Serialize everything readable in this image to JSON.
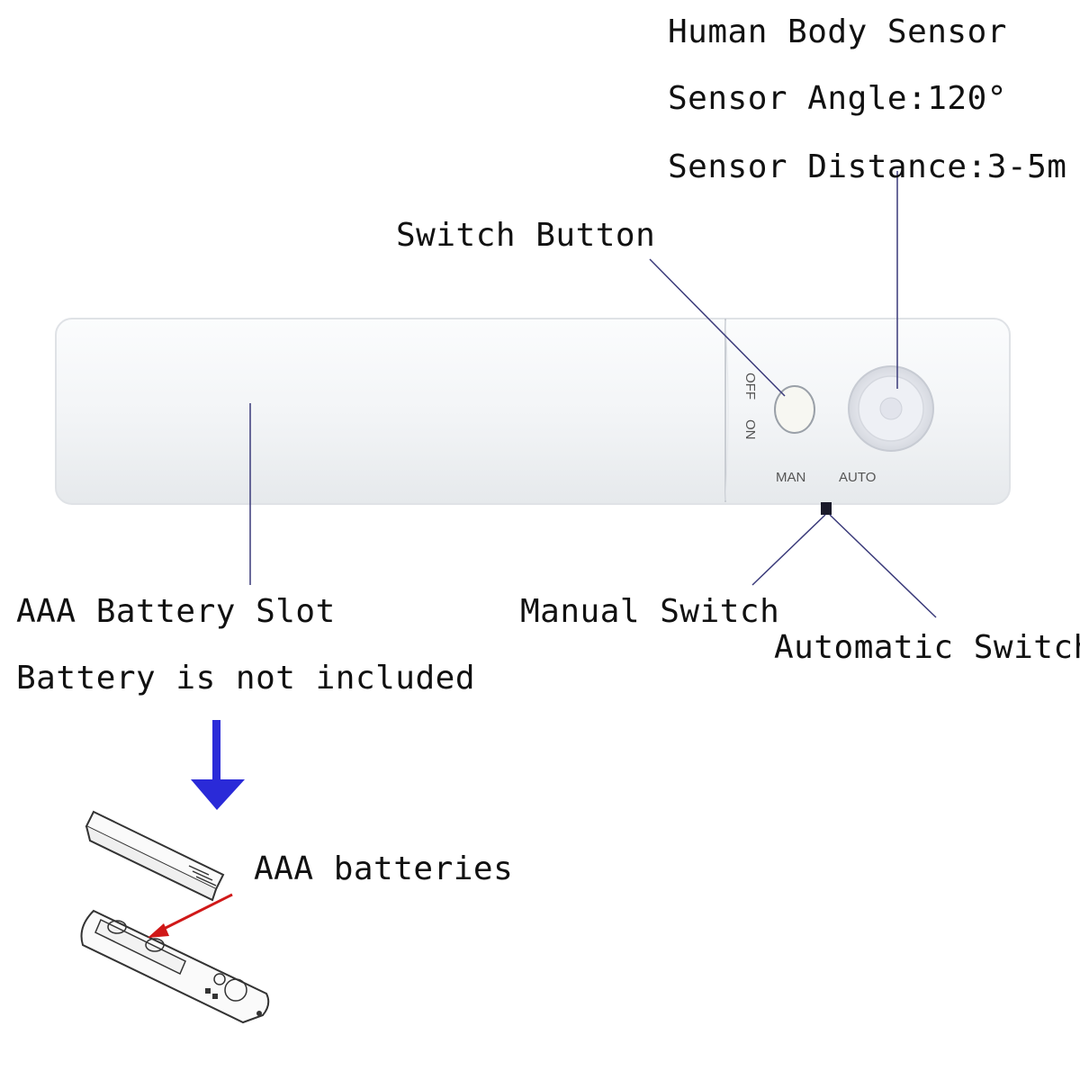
{
  "sensor_info": {
    "line1": "Human Body Sensor",
    "line2": "Sensor Angle:120°",
    "line3": "Sensor Distance:3-5m"
  },
  "callouts": {
    "switch_button": "Switch Button",
    "battery_slot": "AAA Battery Slot",
    "battery_note": "Battery is not included",
    "manual_switch": "Manual Switch",
    "automatic_switch": "Automatic Switch",
    "aaa_batteries": "AAA batteries"
  },
  "device_labels": {
    "off": "OFF",
    "on": "ON",
    "man": "MAN",
    "auto": "AUTO"
  },
  "colors": {
    "leader_line": "#3a3a7a",
    "arrow_blue": "#2a2ad8",
    "arrow_red": "#d01818",
    "device_body": "#f4f6f8"
  }
}
